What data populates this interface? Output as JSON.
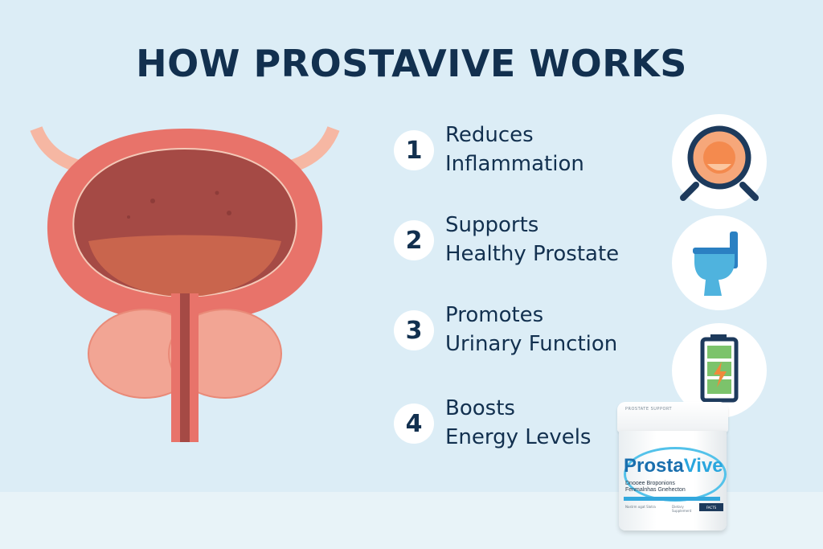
{
  "title": "HOW PROSTAVIVE WORKS",
  "benefits": [
    {
      "number": "1",
      "line1": "Reduces",
      "line2": "Inflammation",
      "icon": "magnifier-prostate-icon"
    },
    {
      "number": "2",
      "line1": "Supports",
      "line2": "Healthy Prostate",
      "icon": "toilet-icon"
    },
    {
      "number": "3",
      "line1": "Promotes",
      "line2": "Urinary Function",
      "icon": "battery-icon"
    },
    {
      "number": "4",
      "line1": "Boosts",
      "line2": "Energy Levels"
    }
  ],
  "product": {
    "top_text": "PROSTATE SUPPORT",
    "brand_part1": "Prosta",
    "brand_part2": "Vive",
    "subtitle_line1": "Dnooee Broponions",
    "subtitle_line2": "Fenmalnhas Gnehecton",
    "foot_left": "Nostrm ogat Slotra",
    "foot_right": "Dietary Supplement",
    "badge": "FACTS"
  },
  "colors": {
    "title": "#12304f",
    "background": "#dcedf6",
    "bladder_outer": "#e8736a",
    "bladder_inner": "#a54a45",
    "prostate": "#f2a594",
    "brand_blue": "#1a6fae",
    "ring_blue": "#53c2ea"
  }
}
